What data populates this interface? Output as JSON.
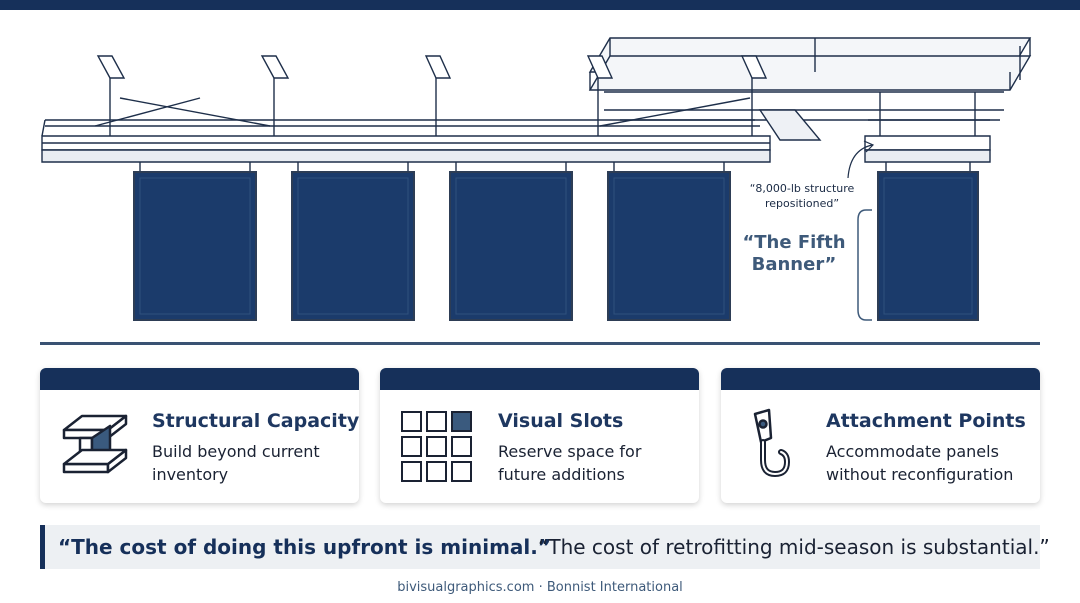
{
  "annotation": {
    "structure_note": "“8,000-lb structure repositioned”",
    "fifth_banner": "“The Fifth Banner”"
  },
  "cards": [
    {
      "title": "Structural Capacity",
      "description": "Build beyond current inventory",
      "icon": "steel-i-beam-icon"
    },
    {
      "title": "Visual Slots",
      "description": "Reserve space for future additions",
      "icon": "grid-slots-icon"
    },
    {
      "title": "Attachment Points",
      "description": "Accommodate panels without reconfiguration",
      "icon": "hook-icon"
    }
  ],
  "quotes": {
    "first": "“The cost of doing this upfront is minimal.”",
    "second": "“The cost of retrofitting mid-season is substantial.”"
  },
  "footer": "bivisualgraphics.com · Bonnist International",
  "colors": {
    "navy": "#16305a",
    "banner_fill": "#1b3b6b",
    "accent_slate": "#3e5a7a",
    "quote_bg": "#edf0f3"
  }
}
